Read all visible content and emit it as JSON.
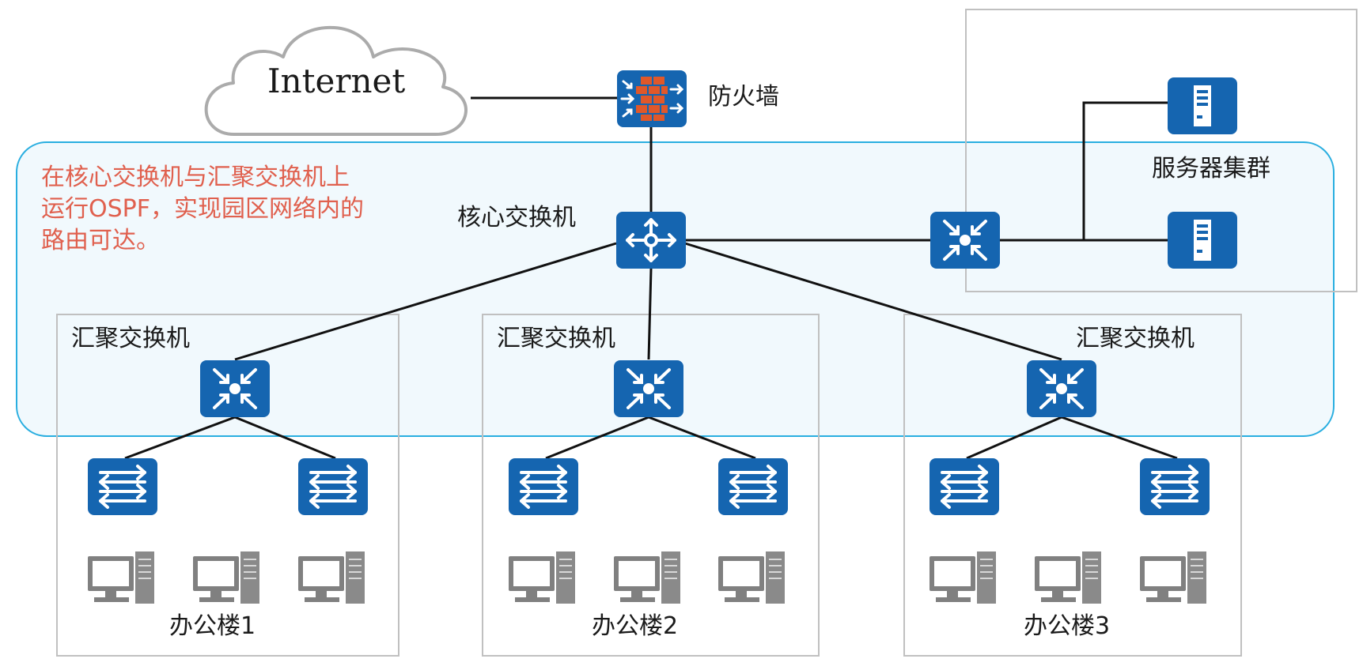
{
  "cloud": {
    "label": "Internet"
  },
  "firewall": {
    "label": "防火墙"
  },
  "core_switch": {
    "label": "核心交换机"
  },
  "server_cluster": {
    "label": "服务器集群"
  },
  "ospf_note": {
    "line1": "在核心交换机与汇聚交换机上",
    "line2": "运行OSPF，实现园区网络内的",
    "line3": "路由可达。"
  },
  "buildings": [
    {
      "agg_label": "汇聚交换机",
      "name": "办公楼1"
    },
    {
      "agg_label": "汇聚交换机",
      "name": "办公楼2"
    },
    {
      "agg_label": "汇聚交换机",
      "name": "办公楼3"
    }
  ],
  "colors": {
    "device_blue": "#1565b0",
    "firewall_brick": "#e0582a",
    "note_red": "#e0604e",
    "ospf_area_fill": "#f1f9fd",
    "ospf_area_border": "#29aee0",
    "group_border": "#c0c0c0",
    "pc_gray": "#808080"
  },
  "icons": {
    "firewall": "firewall-icon",
    "core": "router-icon",
    "aggregation": "layer3-switch-icon",
    "access": "switch-icon",
    "server": "server-icon",
    "pc": "computer-icon",
    "cloud": "cloud-icon"
  }
}
